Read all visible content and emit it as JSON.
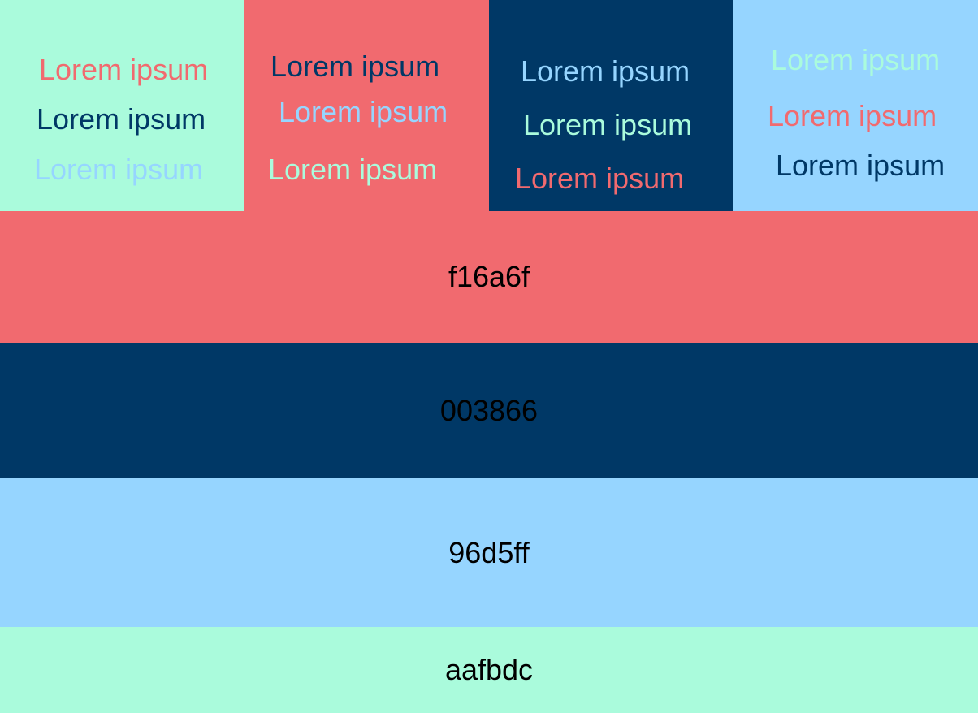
{
  "colors": {
    "mint": "#aafbdc",
    "coral": "#f16a6f",
    "navy": "#003866",
    "sky": "#96d5ff"
  },
  "swatches": [
    {
      "background": "#aafbdc",
      "texts": [
        {
          "label": "Lorem ipsum",
          "color": "#f16a6f"
        },
        {
          "label": "Lorem ipsum",
          "color": "#003866"
        },
        {
          "label": "Lorem ipsum",
          "color": "#96d5ff"
        }
      ]
    },
    {
      "background": "#f16a6f",
      "texts": [
        {
          "label": "Lorem ipsum",
          "color": "#003866"
        },
        {
          "label": "Lorem ipsum",
          "color": "#96d5ff"
        },
        {
          "label": "Lorem ipsum",
          "color": "#aafbdc"
        }
      ]
    },
    {
      "background": "#003866",
      "texts": [
        {
          "label": "Lorem ipsum",
          "color": "#96d5ff"
        },
        {
          "label": "Lorem ipsum",
          "color": "#aafbdc"
        },
        {
          "label": "Lorem ipsum",
          "color": "#f16a6f"
        }
      ]
    },
    {
      "background": "#96d5ff",
      "texts": [
        {
          "label": "Lorem ipsum",
          "color": "#aafbdc"
        },
        {
          "label": "Lorem ipsum",
          "color": "#f16a6f"
        },
        {
          "label": "Lorem ipsum",
          "color": "#003866"
        }
      ]
    }
  ],
  "bands": [
    {
      "label": "f16a6f",
      "color": "#f16a6f"
    },
    {
      "label": "003866",
      "color": "#003866"
    },
    {
      "label": "96d5ff",
      "color": "#96d5ff"
    },
    {
      "label": "aafbdc",
      "color": "#aafbdc"
    }
  ]
}
